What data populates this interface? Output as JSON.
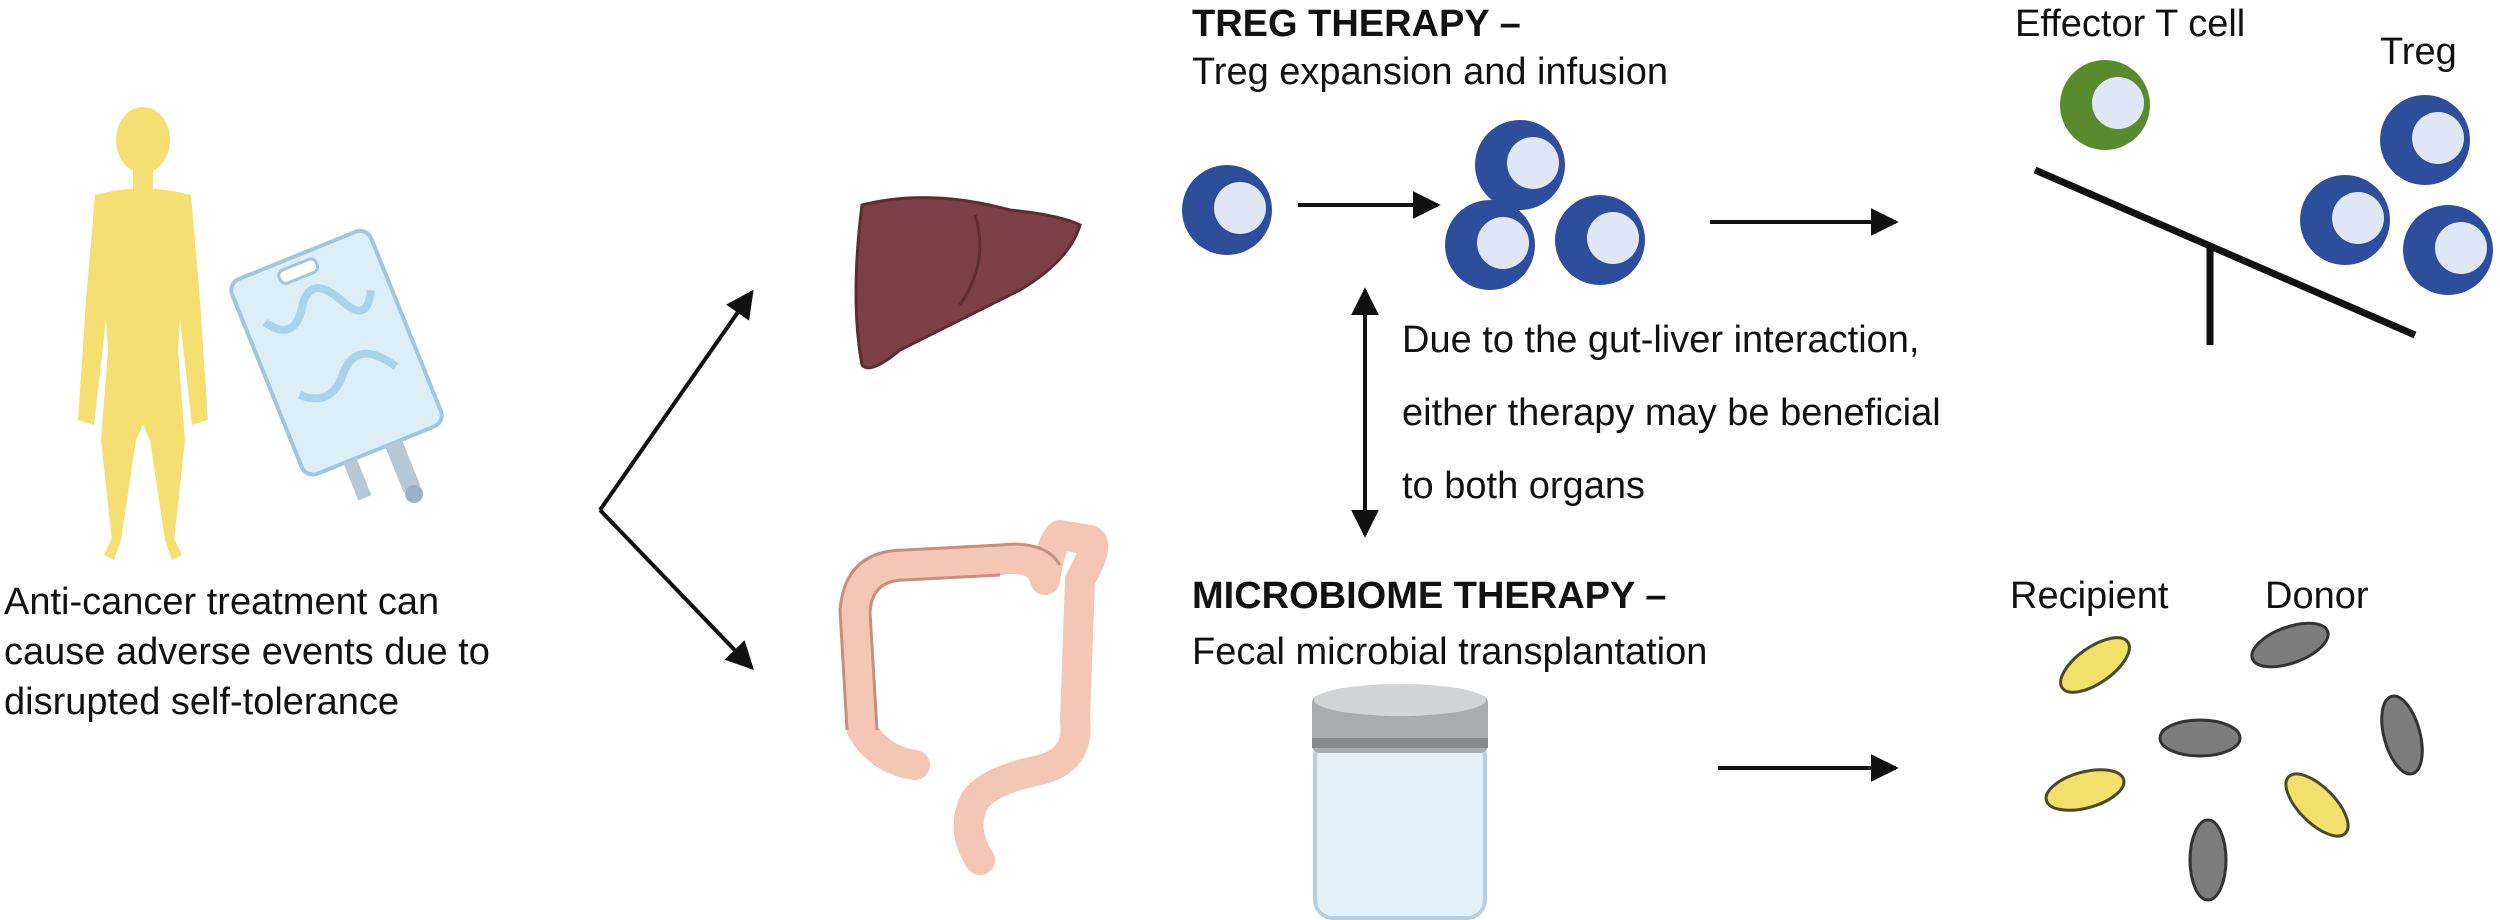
{
  "left_caption": {
    "line1": "Anti-cancer treatment can",
    "line2": "cause adverse events due to",
    "line3": "disrupted self-tolerance"
  },
  "treg": {
    "heading": "TREG THERAPY –",
    "subheading": "Treg expansion and infusion"
  },
  "middle_note": {
    "line1": "Due to the gut-liver interaction,",
    "line2": "either therapy may be beneficial",
    "line3": "to both organs"
  },
  "microbiome": {
    "heading": "MICROBIOME THERAPY –",
    "subheading": "Fecal microbial transplantation"
  },
  "balance": {
    "effector_label": "Effector T cell",
    "treg_label": "Treg"
  },
  "microbes": {
    "recipient_label": "Recipient",
    "donor_label": "Donor"
  },
  "colors": {
    "treg_cell": "#2e4d9a",
    "effector_cell": "#5a8a2e",
    "nucleus": "#dfe6f5",
    "body": "#f6df72",
    "liver": "#7b3f47",
    "colon": "#f3c6b5",
    "recipient_bug": "#f1e06a",
    "donor_bug": "#7d7d7d"
  }
}
